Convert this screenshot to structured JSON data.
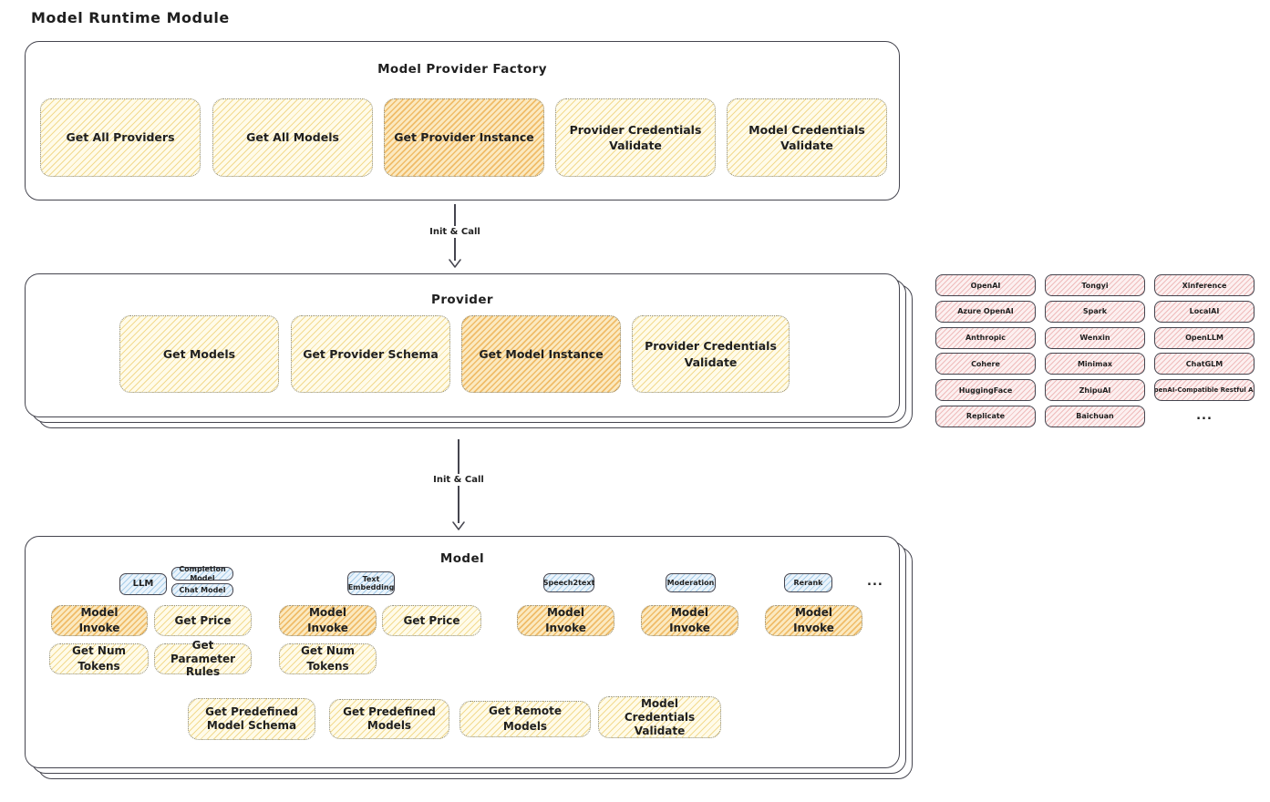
{
  "title": "Model Runtime Module",
  "arrows": {
    "init_call_1": "Init & Call",
    "init_call_2": "Init & Call"
  },
  "factory": {
    "title": "Model Provider Factory",
    "items": [
      {
        "label": "Get All Providers",
        "highlighted": false
      },
      {
        "label": "Get All Models",
        "highlighted": false
      },
      {
        "label": "Get Provider Instance",
        "highlighted": true
      },
      {
        "label": "Provider Credentials Validate",
        "highlighted": false
      },
      {
        "label": "Model Credentials Validate",
        "highlighted": false
      }
    ]
  },
  "provider": {
    "title": "Provider",
    "items": [
      {
        "label": "Get Models",
        "highlighted": false
      },
      {
        "label": "Get Provider Schema",
        "highlighted": false
      },
      {
        "label": "Get Model Instance",
        "highlighted": true
      },
      {
        "label": "Provider Credentials Validate",
        "highlighted": false
      }
    ]
  },
  "providers_list": {
    "items": [
      "OpenAI",
      "Tongyi",
      "Xinference",
      "Azure OpenAI",
      "Spark",
      "LocalAI",
      "Anthropic",
      "Wenxin",
      "OpenLLM",
      "Cohere",
      "Minimax",
      "ChatGLM",
      "HuggingFace",
      "ZhipuAI",
      "OpenAI-Compatible Restful API",
      "Replicate",
      "Baichuan"
    ],
    "more": "..."
  },
  "model": {
    "title": "Model",
    "types": {
      "llm": "LLM",
      "completion_model": "Completion Model",
      "chat_model": "Chat Model",
      "text_embedding": "Text Embedding",
      "speech2text": "Speech2text",
      "moderation": "Moderation",
      "rerank": "Rerank"
    },
    "types_more": "...",
    "llm_ops": [
      "Model Invoke",
      "Get Price",
      "Get Num Tokens",
      "Get Parameter Rules"
    ],
    "text_embedding_ops": [
      "Model Invoke",
      "Get Price",
      "Get Num Tokens"
    ],
    "speech2text_ops": [
      "Model Invoke"
    ],
    "moderation_ops": [
      "Model Invoke"
    ],
    "rerank_ops": [
      "Model Invoke"
    ],
    "common_ops": [
      "Get Predefined Model Schema",
      "Get Predefined Models",
      "Get Remote Models",
      "Model Credentials Validate"
    ]
  },
  "colors": {
    "stroke": "#45454f",
    "node_fill": "#FFFBE9",
    "node_hatch": "#F2DA8F",
    "highlight_fill": "#FBE9C0",
    "highlight_hatch": "#F0BC68",
    "provider_fill": "#FCF0F0",
    "provider_hatch": "#EFBCBC",
    "type_fill": "#EAF3FB",
    "type_hatch": "#A8CEE9"
  }
}
